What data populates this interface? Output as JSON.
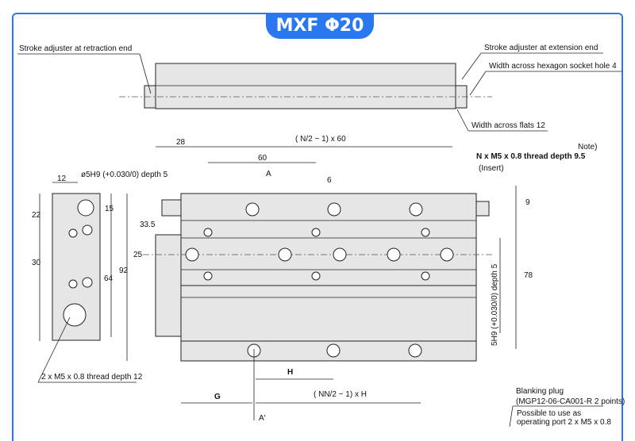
{
  "title": "MXF Φ20",
  "labels": {
    "stroke_retraction": "Stroke adjuster at retraction end",
    "stroke_extension": "Stroke adjuster at extension end",
    "hex_socket": "Width across hexagon socket hole 4",
    "flats": "Width across flats 12",
    "n_formula": "( N/2 − 1) x 60",
    "pin_hole": "ø5H9 (+0.030/0) depth 5",
    "thread_n": "N x M5 x 0.8 thread depth 9.5",
    "note": "Note)",
    "insert": "(Insert)",
    "thread_side": "2 x M5 x 0.8 thread depth 12",
    "pin_hole_side": "5H9 (+0.030/0) depth 5",
    "h_formula": "( NN/2 − 1) x H",
    "blanking": "Blanking plug",
    "blanking_part": "(MGP12-06-CA001-R  2 points)",
    "possible": "Possible to use as",
    "operating": "operating port 2 x M5 x 0.8",
    "section_a": "A",
    "section_a2": "A′"
  },
  "dims": {
    "d28": "28",
    "d60": "60",
    "d12": "12",
    "d22": "22",
    "d15": "15",
    "d30": "30",
    "d64": "64",
    "d92": "92",
    "d33": "33.5",
    "d25": "25",
    "d6": "6",
    "d9": "9",
    "d78": "78",
    "G": "G",
    "H": "H"
  }
}
